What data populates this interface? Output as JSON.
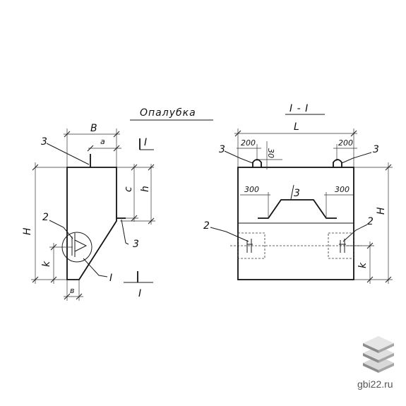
{
  "titles": {
    "formwork": "Опалубка",
    "section": "I - I"
  },
  "dimensions": {
    "B": "B",
    "a": "a",
    "c": "c",
    "h": "h",
    "H_left": "H",
    "k_left": "k",
    "b": "в",
    "L": "L",
    "d200_left": "200",
    "d30": "30",
    "d200_right": "200",
    "d300_left": "300",
    "d300_right": "300",
    "H_right": "H",
    "k_right": "k"
  },
  "callouts": {
    "n3_top": "3",
    "n2_left": "2",
    "n3_side": "3",
    "detail_I": "I",
    "cut_mark_top": "I",
    "cut_mark_bottom": "I",
    "s3_left": "3",
    "s3_right": "3",
    "s3_middle": "3",
    "s2_left": "2",
    "s2_right": "2"
  },
  "watermark": {
    "site": "gbi22.ru",
    "logo_icon": "stacked-slabs-icon"
  },
  "colors": {
    "ink": "#1a1a1a",
    "logo_light": "#d9d9d9",
    "logo_dark": "#8c8c8c",
    "watermark_text": "#555555"
  }
}
